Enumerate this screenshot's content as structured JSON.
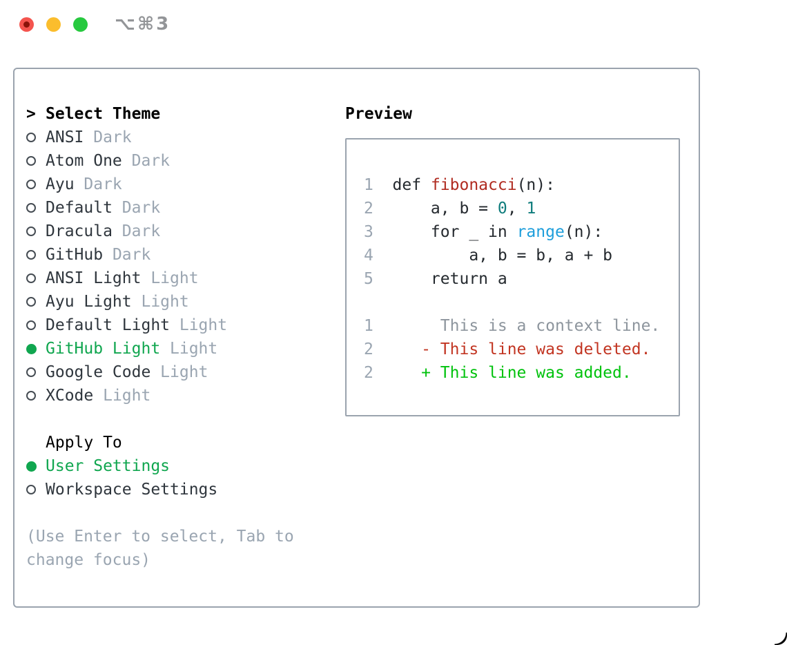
{
  "window": {
    "shortcut": "⌥⌘3",
    "traffic_lights": [
      "close",
      "minimize",
      "zoom"
    ]
  },
  "colors": {
    "accent_green": "#10A64F",
    "added_green": "#00C20D",
    "deleted_red": "#C23522",
    "function_red": "#B02B20",
    "number_teal": "#0E7C7C",
    "call_blue": "#1E9EDB",
    "muted_gray": "#9AA5B1",
    "border_gray": "#9AA3AE",
    "text_dark": "#2F363D",
    "light_close": "#F4544E",
    "light_minimize": "#FBBD2D",
    "light_zoom": "#27C93F"
  },
  "theme_picker": {
    "title_prefix": ">",
    "title": "Select Theme",
    "items": [
      {
        "name": "ANSI",
        "variant": "Dark",
        "selected": false
      },
      {
        "name": "Atom One",
        "variant": "Dark",
        "selected": false
      },
      {
        "name": "Ayu",
        "variant": "Dark",
        "selected": false
      },
      {
        "name": "Default",
        "variant": "Dark",
        "selected": false
      },
      {
        "name": "Dracula",
        "variant": "Dark",
        "selected": false
      },
      {
        "name": "GitHub",
        "variant": "Dark",
        "selected": false
      },
      {
        "name": "ANSI Light",
        "variant": "Light",
        "selected": false
      },
      {
        "name": "Ayu Light",
        "variant": "Light",
        "selected": false
      },
      {
        "name": "Default Light",
        "variant": "Light",
        "selected": false
      },
      {
        "name": "GitHub Light",
        "variant": "Light",
        "selected": true
      },
      {
        "name": "Google Code",
        "variant": "Light",
        "selected": false
      },
      {
        "name": "XCode",
        "variant": "Light",
        "selected": false
      }
    ]
  },
  "apply_to": {
    "title": "Apply To",
    "options": [
      {
        "name": "User Settings",
        "selected": true
      },
      {
        "name": "Workspace Settings",
        "selected": false
      }
    ]
  },
  "hint": {
    "line1": "(Use Enter to select, Tab to",
    "line2": "change focus)"
  },
  "preview": {
    "title": "Preview",
    "lines": [
      [
        {
          "c": "ln",
          "t": "1  "
        },
        {
          "c": "pl",
          "t": "def "
        },
        {
          "c": "fn",
          "t": "fibonacci"
        },
        {
          "c": "pl",
          "t": "(n):"
        }
      ],
      [
        {
          "c": "ln",
          "t": "2  "
        },
        {
          "c": "pl",
          "t": "    a, b = "
        },
        {
          "c": "num",
          "t": "0"
        },
        {
          "c": "pl",
          "t": ", "
        },
        {
          "c": "num",
          "t": "1"
        }
      ],
      [
        {
          "c": "ln",
          "t": "3  "
        },
        {
          "c": "pl",
          "t": "    for _ in "
        },
        {
          "c": "call",
          "t": "range"
        },
        {
          "c": "pl",
          "t": "(n):"
        }
      ],
      [
        {
          "c": "ln",
          "t": "4  "
        },
        {
          "c": "pl",
          "t": "        a, b = b, a + b"
        }
      ],
      [
        {
          "c": "ln",
          "t": "5  "
        },
        {
          "c": "pl",
          "t": "    return a"
        }
      ],
      [],
      [
        {
          "c": "ln",
          "t": "1  "
        },
        {
          "c": "ctx",
          "t": "     This is a context line."
        }
      ],
      [
        {
          "c": "ln",
          "t": "2  "
        },
        {
          "c": "del",
          "t": "   - This line was deleted."
        }
      ],
      [
        {
          "c": "ln",
          "t": "2  "
        },
        {
          "c": "add",
          "t": "   + This line was added."
        }
      ]
    ]
  }
}
